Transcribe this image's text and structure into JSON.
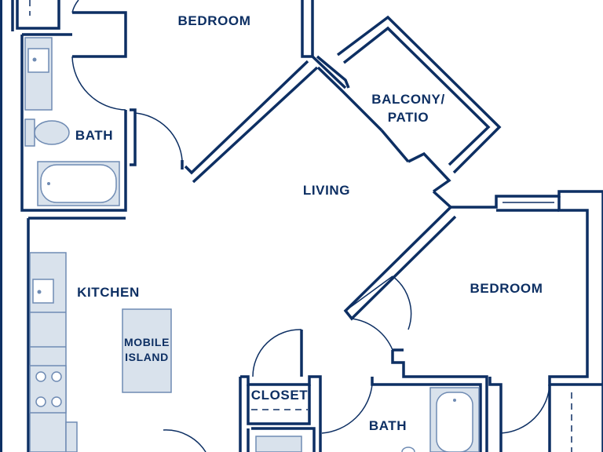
{
  "colors": {
    "wall": "#0d2f63",
    "fixture_fill": "#d9e2ec",
    "fixture_stroke": "#6f8bb3",
    "label": "#0d2f63",
    "background": "#ffffff"
  },
  "rooms": {
    "bedroom_top": "BEDROOM",
    "bath_left": "BATH",
    "balcony_line1": "BALCONY/",
    "balcony_line2": "PATIO",
    "living": "LIVING",
    "kitchen": "KITCHEN",
    "island_line1": "MOBILE",
    "island_line2": "ISLAND",
    "bedroom_right": "BEDROOM",
    "closet": "CLOSET",
    "bath_bottom": "BATH"
  }
}
